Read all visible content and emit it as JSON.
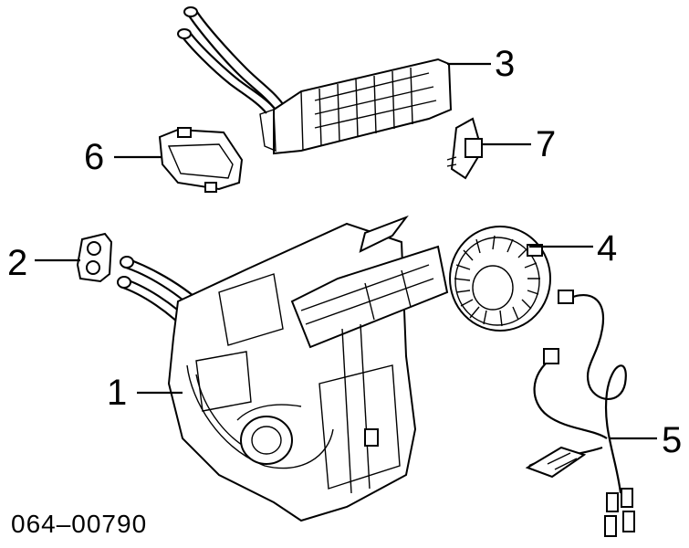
{
  "callouts": {
    "c1": "1",
    "c2": "2",
    "c3": "3",
    "c4": "4",
    "c5": "5",
    "c6": "6",
    "c7": "7"
  },
  "part_number": "064–00790"
}
